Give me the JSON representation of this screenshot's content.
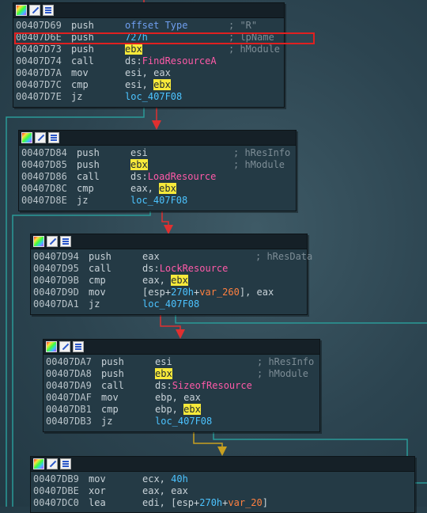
{
  "blocks": [
    {
      "lines": [
        {
          "addr": "00407D69",
          "mn": "push",
          "op": [
            {
              "t": "offset Type",
              "c": "kw"
            }
          ],
          "cm": "; \"R\""
        },
        {
          "addr": "00407D6E",
          "mn": "push",
          "op": [
            {
              "t": "727h",
              "c": "num"
            }
          ],
          "cm": "; lpName"
        },
        {
          "addr": "00407D73",
          "mn": "push",
          "op": [
            {
              "t": "ebx",
              "c": "hl"
            }
          ],
          "cm": "; hModule"
        },
        {
          "addr": "00407D74",
          "mn": "call",
          "op": [
            {
              "t": "ds:",
              "c": "reg"
            },
            {
              "t": "FindResourceA",
              "c": "api"
            }
          ],
          "cm": ""
        },
        {
          "addr": "00407D7A",
          "mn": "mov",
          "op": [
            {
              "t": "esi, eax",
              "c": "reg"
            }
          ],
          "cm": ""
        },
        {
          "addr": "00407D7C",
          "mn": "cmp",
          "op": [
            {
              "t": "esi, ",
              "c": "reg"
            },
            {
              "t": "ebx",
              "c": "hl"
            }
          ],
          "cm": ""
        },
        {
          "addr": "00407D7E",
          "mn": "jz",
          "op": [
            {
              "t": "loc_407F08",
              "c": "loc"
            }
          ],
          "cm": ""
        }
      ]
    },
    {
      "lines": [
        {
          "addr": "00407D84",
          "mn": "push",
          "op": [
            {
              "t": "esi",
              "c": "reg"
            }
          ],
          "cm": "; hResInfo"
        },
        {
          "addr": "00407D85",
          "mn": "push",
          "op": [
            {
              "t": "ebx",
              "c": "hl"
            }
          ],
          "cm": "; hModule"
        },
        {
          "addr": "00407D86",
          "mn": "call",
          "op": [
            {
              "t": "ds:",
              "c": "reg"
            },
            {
              "t": "LoadResource",
              "c": "api"
            }
          ],
          "cm": ""
        },
        {
          "addr": "00407D8C",
          "mn": "cmp",
          "op": [
            {
              "t": "eax, ",
              "c": "reg"
            },
            {
              "t": "ebx",
              "c": "hl"
            }
          ],
          "cm": ""
        },
        {
          "addr": "00407D8E",
          "mn": "jz",
          "op": [
            {
              "t": "loc_407F08",
              "c": "loc"
            }
          ],
          "cm": ""
        }
      ]
    },
    {
      "lines": [
        {
          "addr": "00407D94",
          "mn": "push",
          "op": [
            {
              "t": "eax",
              "c": "reg"
            }
          ],
          "cm": "; hResData"
        },
        {
          "addr": "00407D95",
          "mn": "call",
          "op": [
            {
              "t": "ds:",
              "c": "reg"
            },
            {
              "t": "LockResource",
              "c": "api"
            }
          ],
          "cm": ""
        },
        {
          "addr": "00407D9B",
          "mn": "cmp",
          "op": [
            {
              "t": "eax, ",
              "c": "reg"
            },
            {
              "t": "ebx",
              "c": "hl"
            }
          ],
          "cm": ""
        },
        {
          "addr": "00407D9D",
          "mn": "mov",
          "op": [
            {
              "t": "[esp+",
              "c": "reg"
            },
            {
              "t": "270h",
              "c": "num"
            },
            {
              "t": "+",
              "c": "reg"
            },
            {
              "t": "var_260",
              "c": "var"
            },
            {
              "t": "], eax",
              "c": "reg"
            }
          ],
          "cm": ""
        },
        {
          "addr": "00407DA1",
          "mn": "jz",
          "op": [
            {
              "t": "loc_407F08",
              "c": "loc"
            }
          ],
          "cm": ""
        }
      ]
    },
    {
      "lines": [
        {
          "addr": "00407DA7",
          "mn": "push",
          "op": [
            {
              "t": "esi",
              "c": "reg"
            }
          ],
          "cm": "; hResInfo"
        },
        {
          "addr": "00407DA8",
          "mn": "push",
          "op": [
            {
              "t": "ebx",
              "c": "hl"
            }
          ],
          "cm": "; hModule"
        },
        {
          "addr": "00407DA9",
          "mn": "call",
          "op": [
            {
              "t": "ds:",
              "c": "reg"
            },
            {
              "t": "SizeofResource",
              "c": "api"
            }
          ],
          "cm": ""
        },
        {
          "addr": "00407DAF",
          "mn": "mov",
          "op": [
            {
              "t": "ebp, eax",
              "c": "reg"
            }
          ],
          "cm": ""
        },
        {
          "addr": "00407DB1",
          "mn": "cmp",
          "op": [
            {
              "t": "ebp, ",
              "c": "reg"
            },
            {
              "t": "ebx",
              "c": "hl"
            }
          ],
          "cm": ""
        },
        {
          "addr": "00407DB3",
          "mn": "jz",
          "op": [
            {
              "t": "loc_407F08",
              "c": "loc"
            }
          ],
          "cm": ""
        }
      ]
    },
    {
      "lines": [
        {
          "addr": "00407DB9",
          "mn": "mov",
          "op": [
            {
              "t": "ecx, ",
              "c": "reg"
            },
            {
              "t": "40h",
              "c": "num"
            }
          ],
          "cm": ""
        },
        {
          "addr": "00407DBE",
          "mn": "xor",
          "op": [
            {
              "t": "eax, eax",
              "c": "reg"
            }
          ],
          "cm": ""
        },
        {
          "addr": "00407DC0",
          "mn": "lea",
          "op": [
            {
              "t": "edi, [esp+",
              "c": "reg"
            },
            {
              "t": "270h",
              "c": "num"
            },
            {
              "t": "+",
              "c": "reg"
            },
            {
              "t": "var_20",
              "c": "var"
            },
            {
              "t": "]",
              "c": "reg"
            }
          ],
          "cm": ""
        }
      ]
    }
  ],
  "colors": {
    "background": "#2c4450",
    "node": "#243a45",
    "highlight": "#f7e93a",
    "api": "#ff5aa8",
    "location": "#4cc3ff",
    "keyword": "#6f9ff0",
    "edge_true": "#e03030",
    "edge_false": "#2a9a98",
    "edge_normal": "#c8a020",
    "selection": "#e02020"
  },
  "icons": [
    "graph-overview-icon",
    "edit-icon",
    "list-icon"
  ]
}
